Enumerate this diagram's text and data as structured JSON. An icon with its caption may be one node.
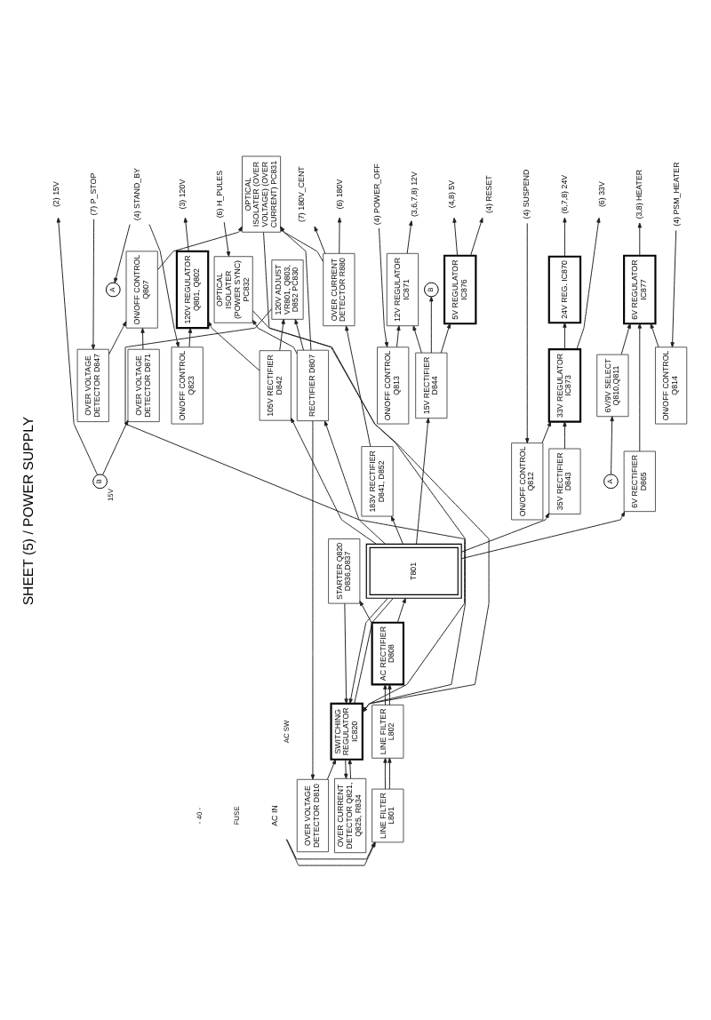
{
  "diagram": {
    "title": "SHEET (5) / POWER SUPPLY",
    "nodes": [
      {
        "text": [
          "AC IN"
        ]
      },
      {
        "text": [
          "LINE FILTER L801"
        ]
      },
      {
        "text": [
          "LINE FILTER L802"
        ]
      },
      {
        "text": [
          "AC RECTIFIER D808"
        ]
      },
      {
        "text": [
          "STARTER Q820 D836,D837"
        ]
      },
      {
        "text": [
          "SWITCHING REGULATOR IC820"
        ]
      },
      {
        "text": [
          "OVER CURRENT DETECTOR Q821, Q825, R834"
        ]
      },
      {
        "text": [
          "T801"
        ]
      },
      {
        "text": [
          "RECTIFIER D807"
        ]
      },
      {
        "text": [
          "OVER VOLTAGE DETECTOR D810"
        ]
      },
      {
        "text": [
          "6V RECTIFIER D865"
        ]
      },
      {
        "text": [
          "6V REGULATOR IC877"
        ]
      },
      {
        "text": [
          "6V/9V SELECT Q810,Q811"
        ]
      },
      {
        "text": [
          "ON/OFF CONTROL Q814"
        ]
      },
      {
        "text": [
          "5V REGULATOR IC876"
        ]
      },
      {
        "text": [
          "15V RECTIFIER D844"
        ]
      },
      {
        "text": [
          "12V REGULATOR IC871"
        ]
      },
      {
        "text": [
          "ON/OFF CONTROL Q813"
        ]
      },
      {
        "text": [
          "24V REG. IC870"
        ]
      },
      {
        "text": [
          "33V REGULATOR IC873"
        ]
      },
      {
        "text": [
          "35V RECTIFIER D843"
        ]
      },
      {
        "text": [
          "ON/OFF CONTROL Q812"
        ]
      },
      {
        "text": [
          "105V RECTIFIER D842"
        ]
      },
      {
        "text": [
          "120V REGULATOR Q801, Q802"
        ]
      },
      {
        "text": [
          "ON/OFF CONTROL Q823"
        ]
      },
      {
        "text": [
          "183V RECTIFIER D841, D852"
        ]
      },
      {
        "text": [
          "120V ADJUST VR801, Q803, D852 PC830"
        ]
      },
      {
        "text": [
          "OVER CURRENT DETECTOR R880"
        ]
      },
      {
        "text": [
          "OVER VOLTAGE DETECTOR D871"
        ]
      },
      {
        "text": [
          "OVER VOLTAGE DETECTOR D847"
        ]
      },
      {
        "text": [
          "ON/OFF CONTROL Q807"
        ]
      },
      {
        "text": [
          "OPTICAL ISOLATER (OVER VOLTAGE) (OVER CURRENT) PC831"
        ]
      },
      {
        "text": [
          "OPTICAL ISOLATER (POWER SYNC) PC832"
        ]
      },
      {
        "text": [
          "A"
        ]
      },
      {
        "text": [
          "A"
        ]
      },
      {
        "text": [
          "B"
        ]
      },
      {
        "text": [
          "B"
        ],
        "beside": [
          "15V"
        ]
      },
      {
        "text": [
          "(3,8) HEATER"
        ]
      },
      {
        "text": [
          "(4) PSM_HEATER"
        ]
      },
      {
        "text": [
          "(4,8) 5V"
        ]
      },
      {
        "text": [
          "(4) RESET"
        ]
      },
      {
        "text": [
          "(3,6,7,8) 12V"
        ]
      },
      {
        "text": [
          "(4) POWER_OFF"
        ]
      },
      {
        "text": [
          "(6,7,8) 24V"
        ]
      },
      {
        "text": [
          "(6) 33V"
        ]
      },
      {
        "text": [
          "(4) SUSPEND"
        ]
      },
      {
        "text": [
          "(4) STAND_BY"
        ]
      },
      {
        "text": [
          "(3) 120V"
        ]
      },
      {
        "text": [
          "(2) 15V"
        ]
      },
      {
        "text": [
          "(6) 180V"
        ]
      },
      {
        "text": [
          "(7) 180V_CENT"
        ]
      },
      {
        "text": [
          "(7) P_STOP"
        ]
      },
      {
        "text": [
          "(6) H_PULES"
        ]
      }
    ],
    "edges": [
      {
        "from": 0,
        "to": 1,
        "arrow": "to"
      },
      {
        "from": 0,
        "to": 1,
        "arrow": "to"
      },
      {
        "from": 1,
        "to": 2,
        "arrow": "to"
      },
      {
        "from": 1,
        "to": 2,
        "arrow": "to"
      },
      {
        "from": 2,
        "to": 3,
        "arrow": "to"
      },
      {
        "from": 2,
        "to": 3,
        "arrow": "to"
      },
      {
        "from": 3,
        "to": 7,
        "arrow": "to"
      },
      {
        "from": 3,
        "to": 4,
        "arrow": "to"
      },
      {
        "from": 4,
        "to": 5,
        "arrow": "to"
      },
      {
        "from": 7,
        "to": 5,
        "arrow": "to"
      },
      {
        "from": 5,
        "to": 7,
        "arrow": "none"
      },
      {
        "from": 5,
        "to": 6,
        "arrow": "to"
      },
      {
        "from": 6,
        "to": 5,
        "arrow": "to"
      },
      {
        "from": 7,
        "to": 8,
        "arrow": "to"
      },
      {
        "from": 8,
        "to": 9,
        "arrow": "to"
      },
      {
        "from": 9,
        "to": 5,
        "arrow": "to"
      },
      {
        "from": 8,
        "to": 26,
        "arrow": "to"
      },
      {
        "from": 8,
        "to": 31,
        "arrow": "to"
      },
      {
        "from": 8,
        "to": 32,
        "arrow": "to"
      },
      {
        "from": 26,
        "to": 5,
        "arrow": "to"
      },
      {
        "from": 31,
        "to": 5,
        "arrow": "to"
      },
      {
        "from": 32,
        "to": 5,
        "arrow": "to"
      },
      {
        "from": 7,
        "to": 10,
        "arrow": "to"
      },
      {
        "from": 10,
        "to": 11,
        "arrow": "to"
      },
      {
        "from": 12,
        "to": 11,
        "arrow": "to"
      },
      {
        "from": 13,
        "to": 11,
        "arrow": "to"
      },
      {
        "from": 38,
        "to": 13,
        "arrow": "to"
      },
      {
        "from": 11,
        "to": 37,
        "arrow": "to"
      },
      {
        "from": 33,
        "to": 12,
        "arrow": "to"
      },
      {
        "from": 7,
        "to": 15,
        "arrow": "to"
      },
      {
        "from": 15,
        "to": 14,
        "arrow": "to"
      },
      {
        "from": 15,
        "to": 16,
        "arrow": "to"
      },
      {
        "from": 15,
        "to": 35,
        "arrow": "to"
      },
      {
        "from": 14,
        "to": 39,
        "arrow": "to"
      },
      {
        "from": 14,
        "to": 40,
        "arrow": "to"
      },
      {
        "from": 17,
        "to": 16,
        "arrow": "to"
      },
      {
        "from": 42,
        "to": 17,
        "arrow": "to"
      },
      {
        "from": 16,
        "to": 41,
        "arrow": "to"
      },
      {
        "from": 7,
        "to": 20,
        "arrow": "to"
      },
      {
        "from": 20,
        "to": 19,
        "arrow": "to"
      },
      {
        "from": 21,
        "to": 19,
        "arrow": "to"
      },
      {
        "from": 45,
        "to": 21,
        "arrow": "to"
      },
      {
        "from": 19,
        "to": 44,
        "arrow": "to"
      },
      {
        "from": 19,
        "to": 18,
        "arrow": "to"
      },
      {
        "from": 18,
        "to": 43,
        "arrow": "to"
      },
      {
        "from": 7,
        "to": 22,
        "arrow": "to"
      },
      {
        "from": 22,
        "to": 23,
        "arrow": "to"
      },
      {
        "from": 22,
        "to": 26,
        "arrow": "to"
      },
      {
        "from": 24,
        "to": 23,
        "arrow": "to"
      },
      {
        "from": 46,
        "to": 24,
        "arrow": "to"
      },
      {
        "from": 46,
        "to": 34,
        "arrow": "to"
      },
      {
        "from": 23,
        "to": 47,
        "arrow": "to"
      },
      {
        "from": 7,
        "to": 25,
        "arrow": "to"
      },
      {
        "from": 25,
        "to": 27,
        "arrow": "to"
      },
      {
        "from": 27,
        "to": 49,
        "arrow": "to"
      },
      {
        "from": 27,
        "to": 50,
        "arrow": "to"
      },
      {
        "from": 27,
        "to": 31,
        "arrow": "to"
      },
      {
        "from": 36,
        "to": 48,
        "arrow": "to"
      },
      {
        "from": 36,
        "to": 28,
        "arrow": "to"
      },
      {
        "from": 28,
        "to": 30,
        "arrow": "to"
      },
      {
        "from": 51,
        "to": 29,
        "arrow": "to"
      },
      {
        "from": 29,
        "to": 30,
        "arrow": "to"
      },
      {
        "from": 30,
        "to": 31,
        "arrow": "to"
      },
      {
        "from": 52,
        "to": 32,
        "arrow": "to"
      }
    ],
    "labels": [
      "FUSE",
      "AC SW",
      "- 40 -"
    ]
  }
}
